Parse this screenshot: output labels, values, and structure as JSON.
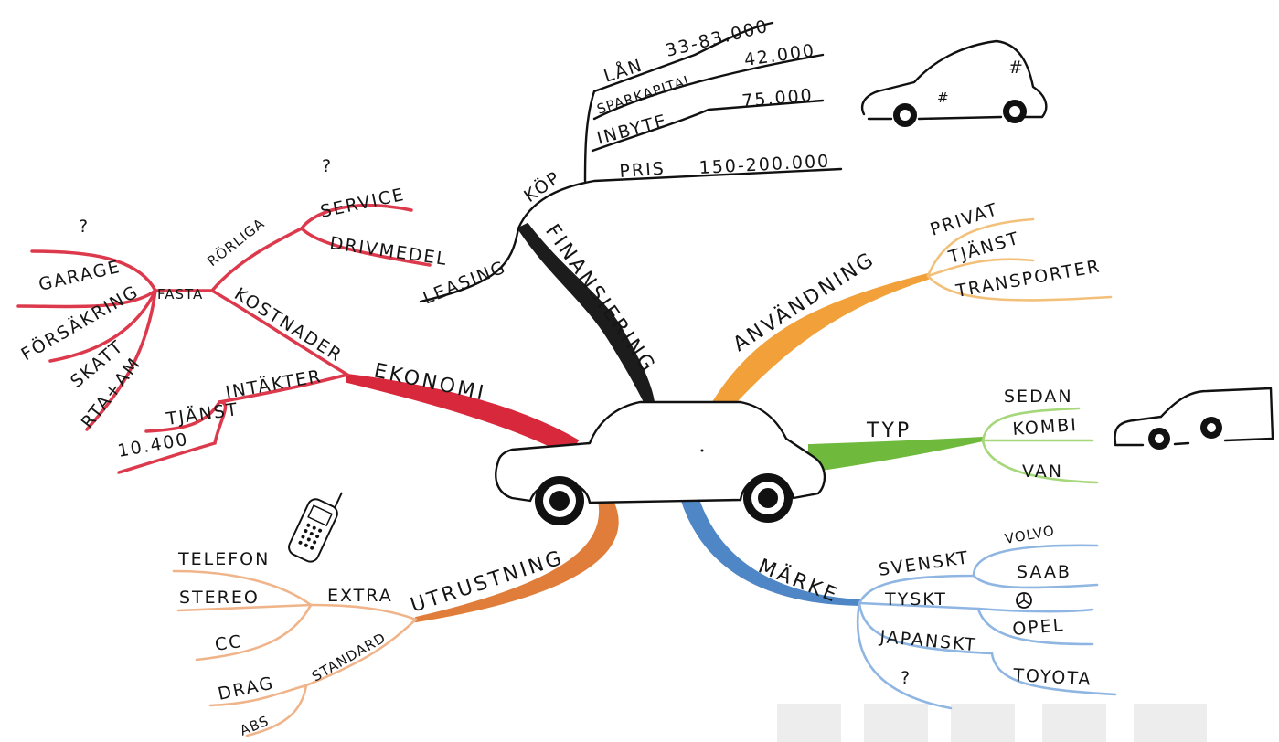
{
  "colors": {
    "finansiering": "#1c1c1c",
    "ekonomi": "#d8283b",
    "anvandning": "#f2a13a",
    "typ": "#6fba3c",
    "marke": "#4f86c6",
    "utrustning": "#e07d3a",
    "anvandning_sub": "#f3c07a",
    "typ_sub": "#a6d77a",
    "marke_sub": "#8fb6e2",
    "utrustning_sub": "#f0b48a",
    "ekonomi_sub": "#dc3a4c"
  },
  "icons": [
    "car-central-icon",
    "car-sedan-sketch-icon",
    "car-van-sketch-icon",
    "mobile-phone-icon",
    "mercedes-star-icon"
  ],
  "branches": {
    "finansiering": {
      "label": "FINANSIERING",
      "kop": {
        "label": "KÖP",
        "lan": "LÅN",
        "lan_value": "33-83.000",
        "sparkapital": "SPARKAPITAL",
        "sparkapital_value": "42.000",
        "inbyte": "INBYTE",
        "inbyte_value": "75.000",
        "pris": "PRIS",
        "pris_value": "150-200.000",
        "hash_mark": "#"
      },
      "leasing": "LEASING"
    },
    "ekonomi": {
      "label": "EKONOMI",
      "kostnader": {
        "label": "KOSTNADER",
        "rorliga": {
          "label": "RÖRLIGA",
          "question": "?",
          "items": [
            "SERVICE",
            "DRIVMEDEL"
          ]
        },
        "fasta": {
          "label": "FASTA",
          "question": "?",
          "items": [
            "GARAGE",
            "FÖRSÄKRING",
            "SKATT",
            "RTA+AM"
          ]
        }
      },
      "intakter": {
        "label": "INTÄKTER",
        "tjanst": "TJÄNST",
        "amount": "10.400"
      }
    },
    "anvandning": {
      "label": "ANVÄNDNING",
      "items": [
        "PRIVAT",
        "TJÄNST",
        "TRANSPORTER"
      ]
    },
    "typ": {
      "label": "TYP",
      "items": [
        "SEDAN",
        "KOMBI",
        "VAN"
      ]
    },
    "marke": {
      "label": "MÄRKE",
      "svenskt": {
        "label": "SVENSKT",
        "items": [
          "VOLVO",
          "SAAB"
        ]
      },
      "tyskt": {
        "label": "TYSKT",
        "items": [
          "OPEL"
        ]
      },
      "japanskt": {
        "label": "JAPANSKT",
        "items": [
          "TOYOTA"
        ]
      },
      "question": "?"
    },
    "utrustning": {
      "label": "UTRUSTNING",
      "extra": {
        "label": "EXTRA",
        "items": [
          "TELEFON",
          "STEREO",
          "CC"
        ]
      },
      "standard": {
        "label": "STANDARD",
        "items": [
          "DRAG",
          "ABS"
        ]
      }
    }
  }
}
